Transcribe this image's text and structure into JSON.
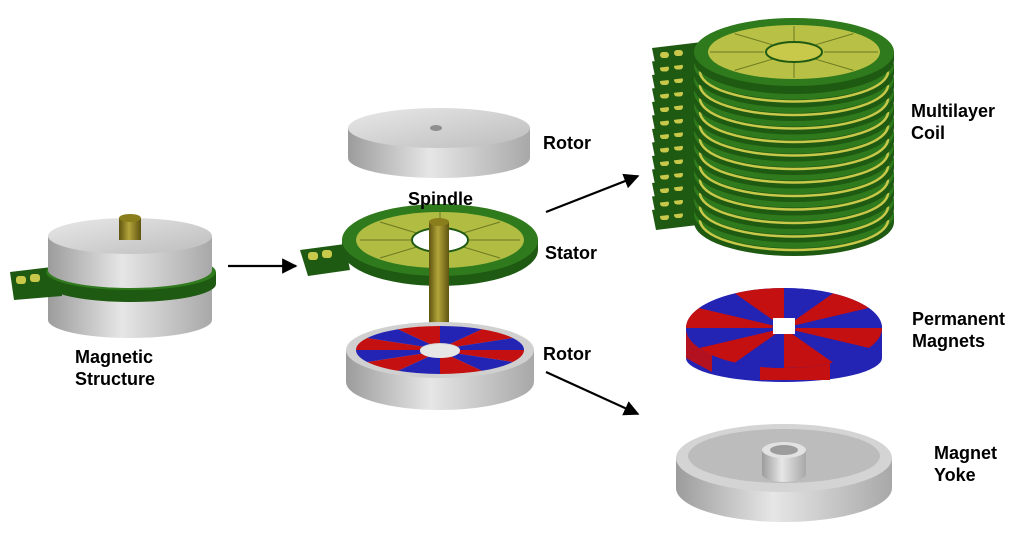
{
  "labels": {
    "magnetic_structure": [
      "Magnetic",
      "Structure"
    ],
    "rotor_top": "Rotor",
    "spindle": "Spindle",
    "stator": "Stator",
    "rotor_bottom": "Rotor",
    "multilayer_coil": [
      "Multilayer",
      "Coil"
    ],
    "permanent_magnets": [
      "Permanent",
      "Magnets"
    ],
    "magnet_yoke": [
      "Magnet",
      "Yoke"
    ]
  },
  "colors": {
    "pcb_green": "#1f5a12",
    "coil_yellow": "#c8c84a",
    "steel_gray": "#c4c4c4",
    "magnet_red": "#c41010",
    "magnet_blue": "#2323b4",
    "spindle_olive": "#8a7d1c"
  }
}
